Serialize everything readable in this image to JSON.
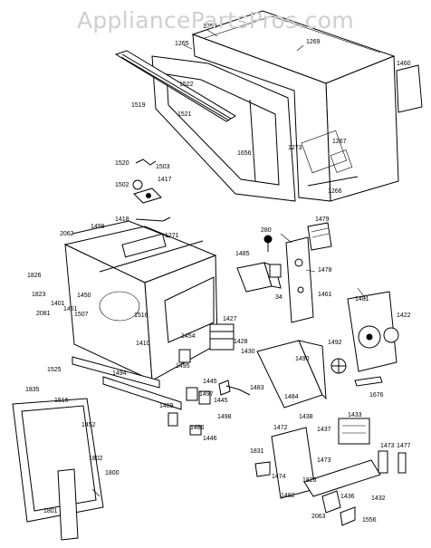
{
  "watermark": "AppliancePartsPros.com",
  "labels": {
    "l1250": "1250",
    "l1265": "1265",
    "l1269": "1269",
    "l1460": "1460",
    "l1522": "1522",
    "l1519": "1519",
    "l1521": "1521",
    "l1656": "1656",
    "l1273": "1273",
    "l1267": "1267",
    "l1266": "1266",
    "l1520": "1520",
    "l1503": "1503",
    "l1502": "1502",
    "l1417": "1417",
    "l1418": "1418",
    "l1498": "1498",
    "l2062": "2062",
    "l1271": "1271",
    "l280": "280",
    "l1479": "1479",
    "l1485": "1485",
    "l1478": "1478",
    "l1826": "1826",
    "l1823": "1823",
    "l1401": "1401",
    "l1450": "1450",
    "l1451": "1451",
    "l1507": "1507",
    "l2081": "2081",
    "l1481": "1481",
    "l1422": "1422",
    "l1427": "1427",
    "l1516top": "1516",
    "l1454": "1454",
    "l1410": "1410",
    "l1430": "1430",
    "l1428": "1428",
    "l1492": "1492",
    "l1490": "1490",
    "l1525": "1525",
    "l1494": "1494",
    "l1495": "1495",
    "l1445a": "1445",
    "l1445b": "1445",
    "l1676": "1676",
    "l1835": "1835",
    "l1516": "1516",
    "l1489": "1489",
    "l1497": "1497",
    "l1498b": "1498",
    "l1483": "1483",
    "l1484": "1484",
    "l1452": "1452",
    "l1486": "1486",
    "l1446": "1446",
    "l1472": "1472",
    "l1438": "1438",
    "l1437": "1437",
    "l1433": "1433",
    "l1473a": "1473",
    "l1477": "1477",
    "l1802": "1802",
    "l1800": "1800",
    "l1831": "1831",
    "l1473b": "1473",
    "l1474": "1474",
    "l1826b": "1826",
    "l1436": "1436",
    "l1482": "1482",
    "l1432": "1432",
    "l1801": "1801",
    "l2063": "2063",
    "l1556": "1556",
    "l34": "34",
    "l1461": "1461"
  }
}
